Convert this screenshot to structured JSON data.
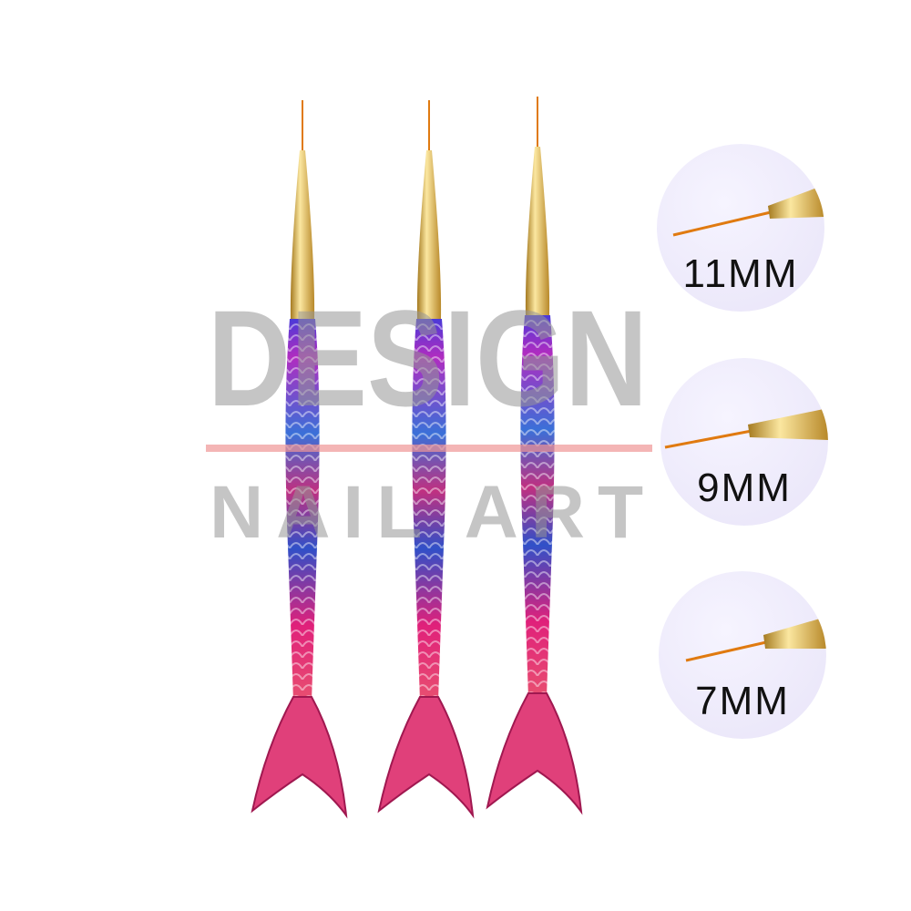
{
  "watermark": {
    "line1": "DESIGN",
    "line2": "NAIL ART"
  },
  "sizes": [
    {
      "label": "11MM"
    },
    {
      "label": "9MM"
    },
    {
      "label": "7MM"
    }
  ],
  "colors": {
    "gold": "#d9b54a",
    "bristle": "#e07a10",
    "pink": "#e0207a",
    "blue": "#3050d0",
    "purple": "#8a2cc8"
  }
}
